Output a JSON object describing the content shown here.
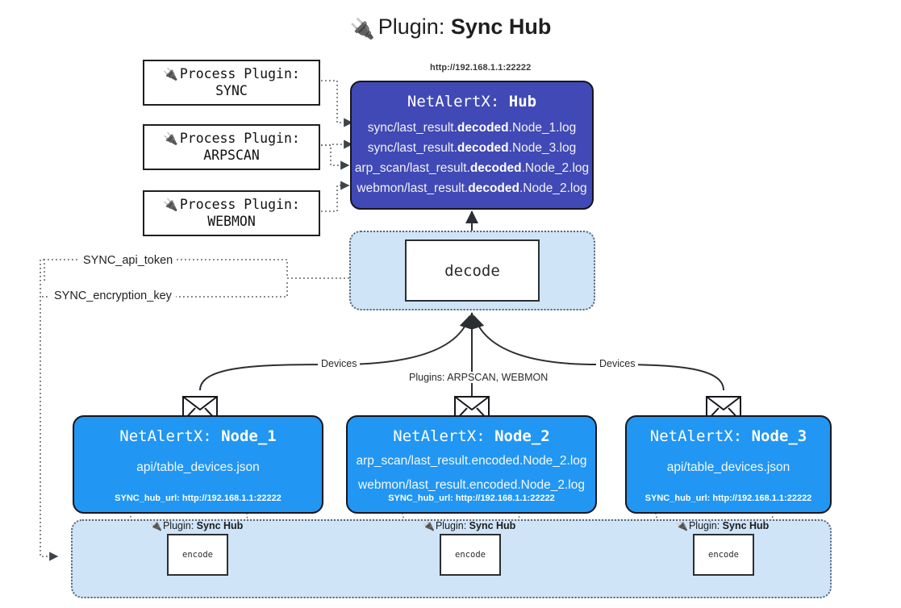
{
  "title": {
    "icon": "plug-icon",
    "prefix": "Plugin: ",
    "name": "Sync Hub"
  },
  "process_plugins": [
    {
      "icon": "plug-icon",
      "line1": "Process Plugin:",
      "line2": "SYNC"
    },
    {
      "icon": "plug-icon",
      "line1": "Process Plugin:",
      "line2": "ARPSCAN"
    },
    {
      "icon": "plug-icon",
      "line1": "Process Plugin:",
      "line2": "WEBMON"
    }
  ],
  "hub": {
    "url": "http://192.168.1.1:22222",
    "title_prefix": "NetAlertX: ",
    "title_name": "Hub",
    "color": "#4049b5",
    "logs": [
      {
        "pre": "sync/last_result.",
        "em": "decoded",
        "post": ".Node_1.log"
      },
      {
        "pre": "sync/last_result.",
        "em": "decoded",
        "post": ".Node_3.log"
      },
      {
        "pre": "arp_scan/last_result.",
        "em": "decoded",
        "post": ".Node_2.log"
      },
      {
        "pre": "webmon/last_result.",
        "em": "decoded",
        "post": ".Node_2.log"
      }
    ]
  },
  "decode_panel": {
    "box_label": "decode",
    "bg": "#cfe4f7"
  },
  "settings": [
    {
      "label": "SYNC_api_token"
    },
    {
      "label": "SYNC_encryption_key"
    }
  ],
  "wire_labels": {
    "left_devices": "Devices",
    "right_devices": "Devices",
    "center_plugins": "Plugins: ARPSCAN, WEBMON"
  },
  "nodes": [
    {
      "title_prefix": "NetAlertX: ",
      "title_name": "Node_1",
      "color": "#2196f3",
      "lines": [
        "api/table_devices.json"
      ],
      "hub_url_label": "SYNC_hub_url: http://192.168.1.1:22222",
      "mail_icon": "envelope-icon"
    },
    {
      "title_prefix": "NetAlertX: ",
      "title_name": "Node_2",
      "color": "#2196f3",
      "lines": [
        "arp_scan/last_result.encoded.Node_2.log",
        "webmon/last_result.encoded.Node_2.log"
      ],
      "hub_url_label": "SYNC_hub_url: http://192.168.1.1:22222",
      "mail_icon": "envelope-icon"
    },
    {
      "title_prefix": "NetAlertX: ",
      "title_name": "Node_3",
      "color": "#2196f3",
      "lines": [
        "api/table_devices.json"
      ],
      "hub_url_label": "SYNC_hub_url: http://192.168.1.1:22222",
      "mail_icon": "envelope-icon"
    }
  ],
  "encode_panel": {
    "bg": "#cfe4f7",
    "items": [
      {
        "plugin_icon": "plug-icon",
        "plugin_prefix": "Plugin: ",
        "plugin_name": "Sync Hub",
        "box_label": "encode"
      },
      {
        "plugin_icon": "plug-icon",
        "plugin_prefix": "Plugin: ",
        "plugin_name": "Sync Hub",
        "box_label": "encode"
      },
      {
        "plugin_icon": "plug-icon",
        "plugin_prefix": "Plugin: ",
        "plugin_name": "Sync Hub",
        "box_label": "encode"
      }
    ]
  }
}
